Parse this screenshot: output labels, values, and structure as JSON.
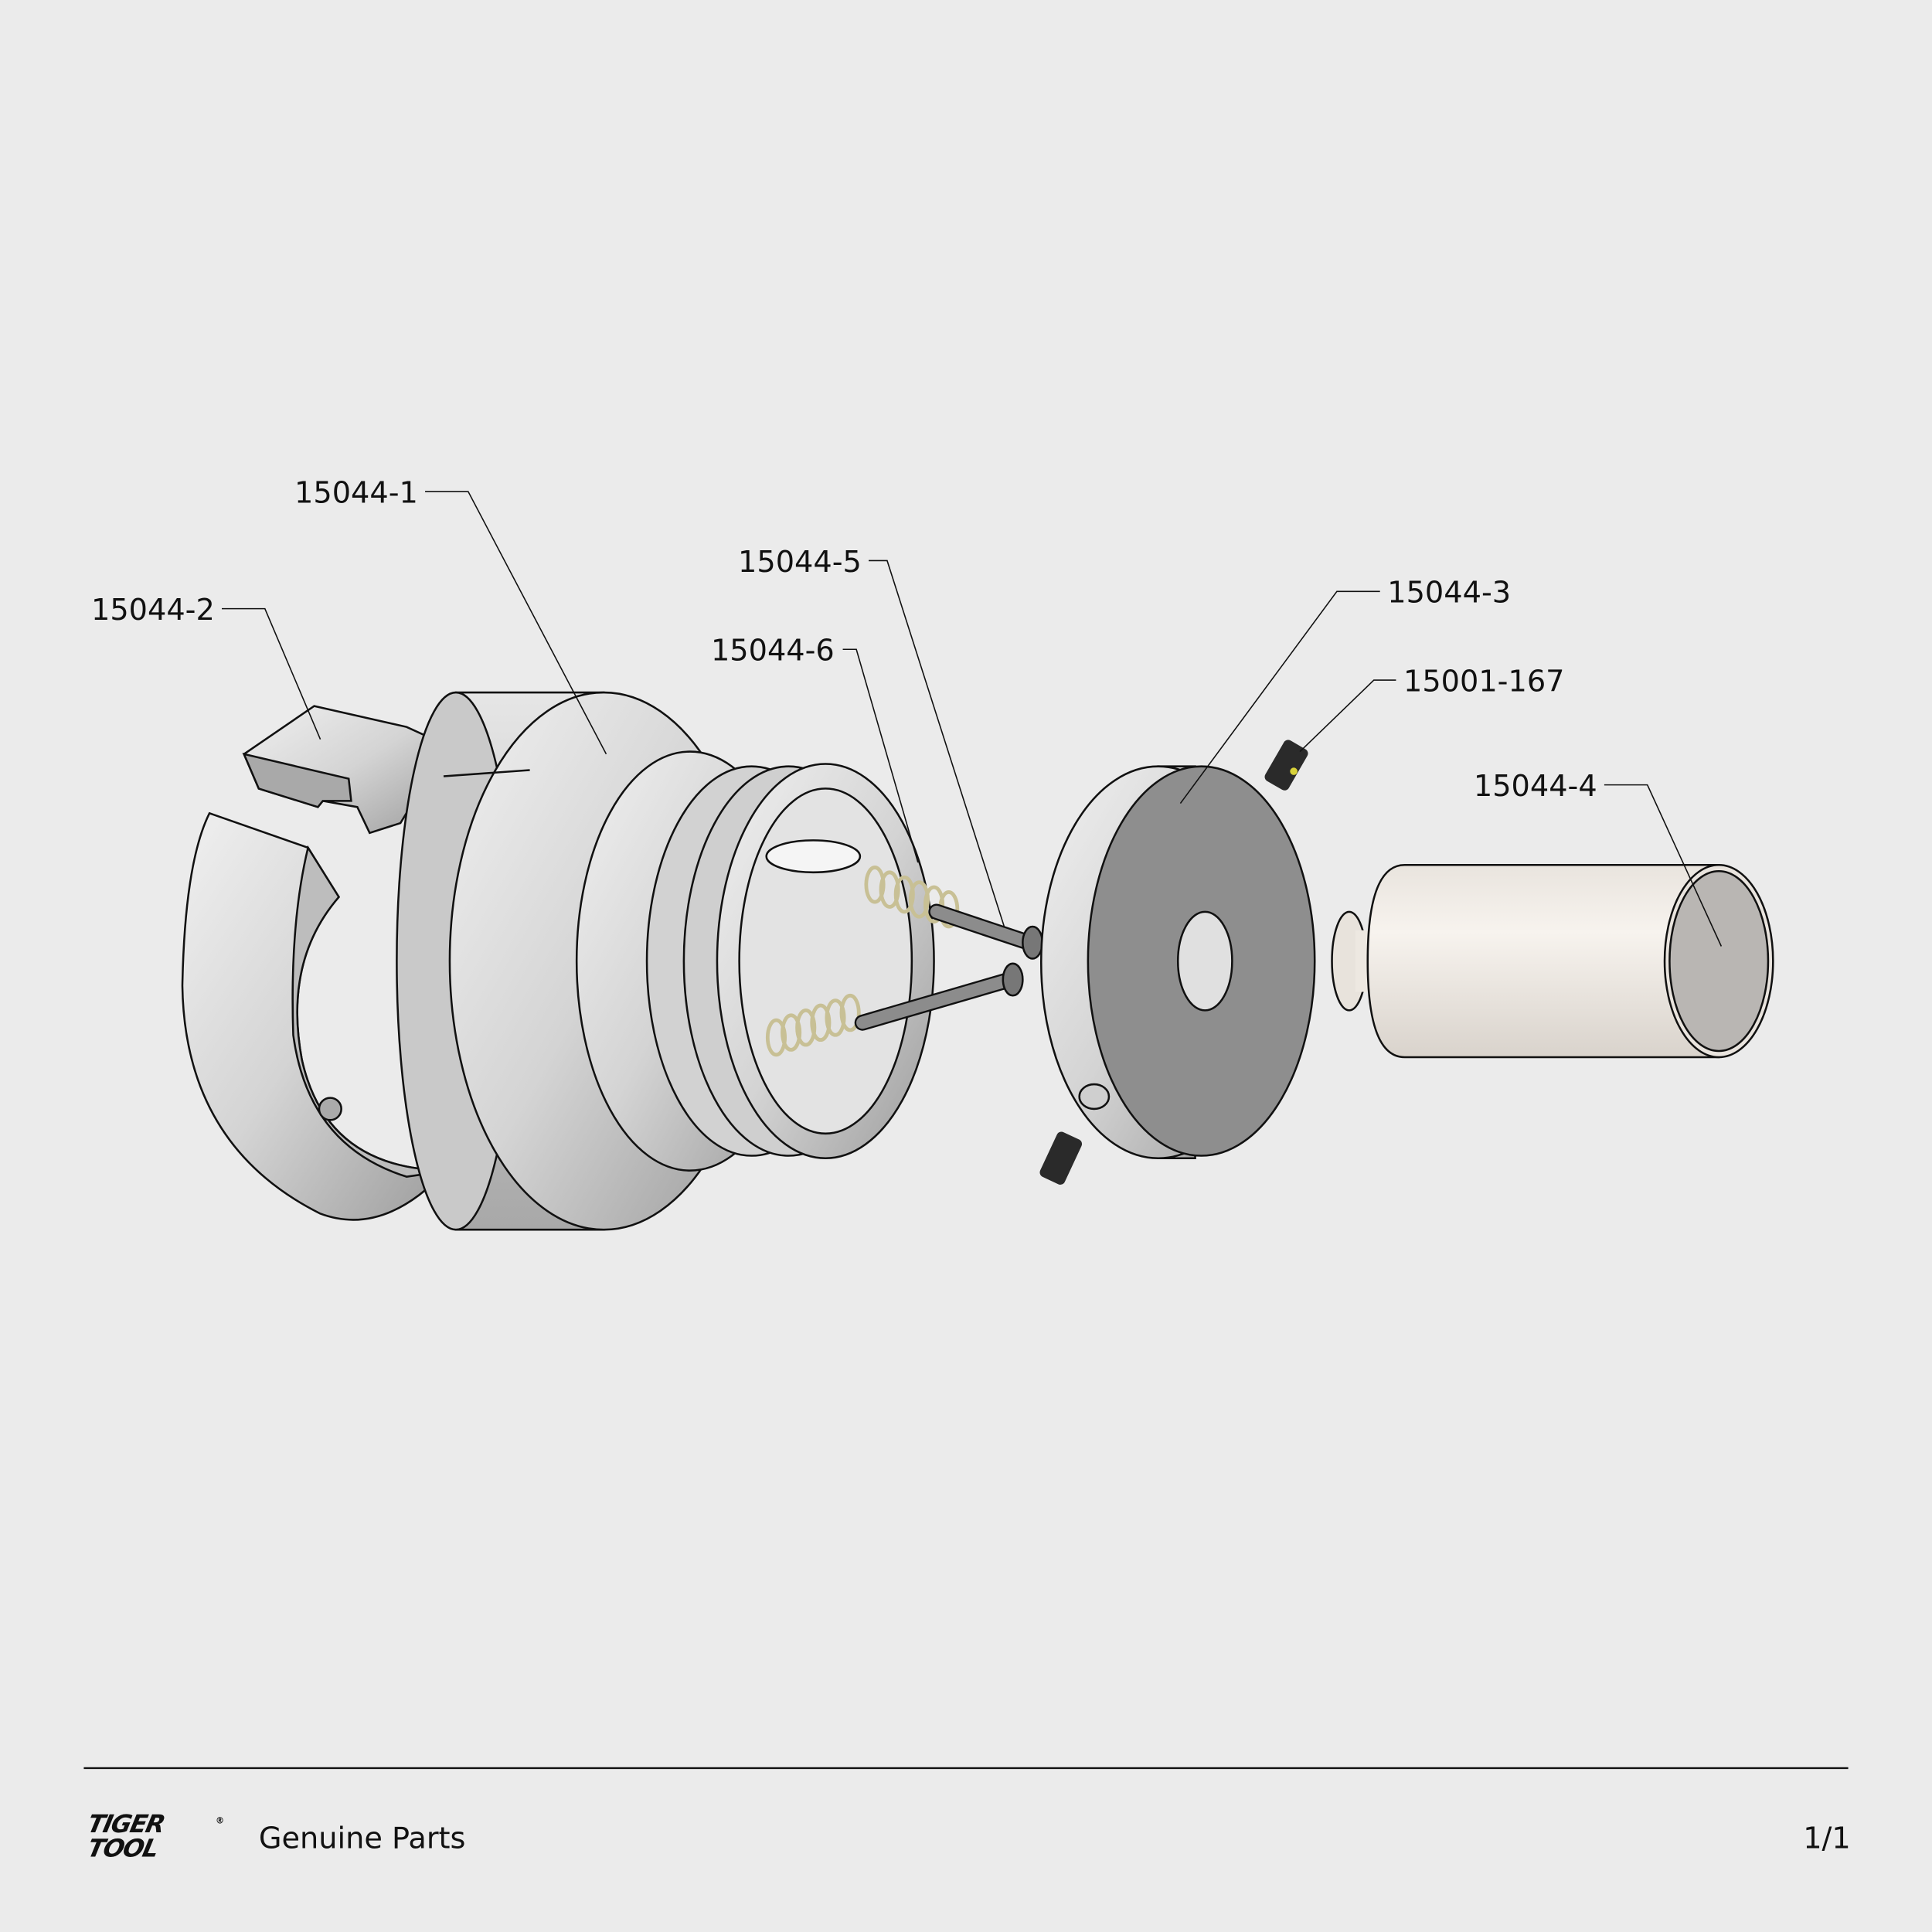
{
  "callouts": {
    "part_1": "15044-1",
    "part_2": "15044-2",
    "part_3": "15044-3",
    "part_4": "15044-4",
    "part_5": "15044-5",
    "part_6": "15044-6",
    "set_screw": "15001-167"
  },
  "footer": {
    "logo_text": "TIGER TOOL",
    "logo_line1": "TIGER",
    "logo_line2": "TOOL",
    "tagline": "Genuine Parts",
    "page": "1/1"
  },
  "colors": {
    "background": "#ebebeb",
    "metal": "#c8c8c8",
    "dark_face": "#8e8e8e",
    "cylinder": "#f4efe9",
    "spring": "#e8e2b8"
  }
}
